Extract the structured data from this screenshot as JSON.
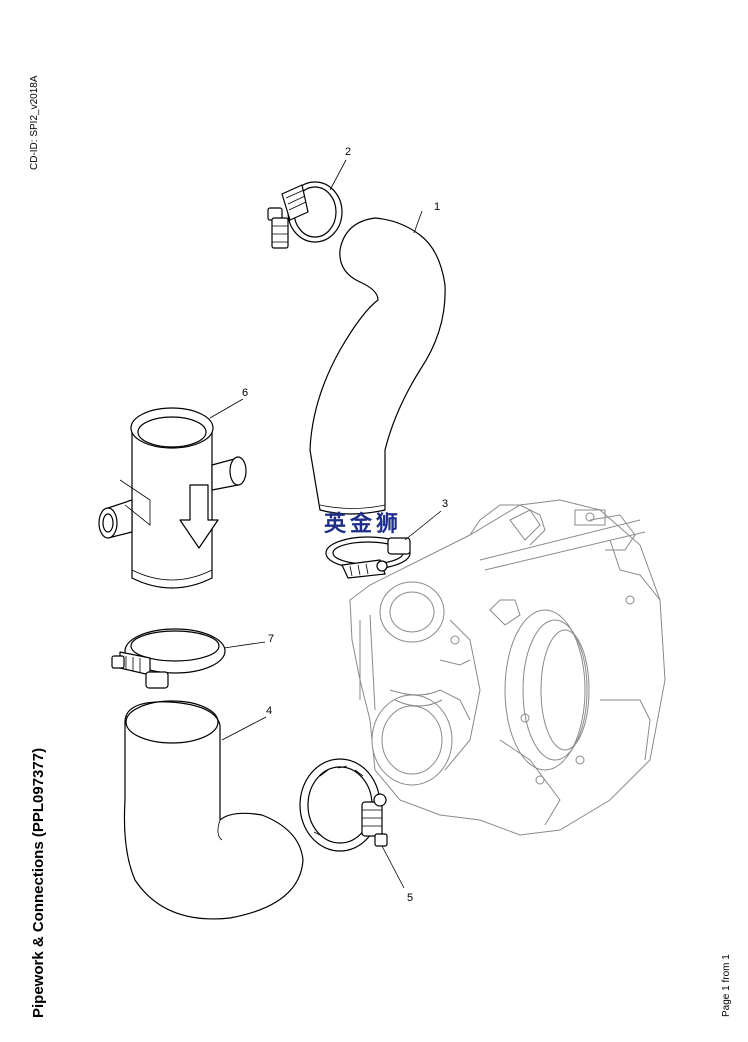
{
  "document": {
    "id": "CD-ID: SPI2_v2018A",
    "title": "Pipework & Connections (PPL097377)",
    "page": "Page 1 from 1"
  },
  "watermark": "英金狮",
  "callouts": [
    "1",
    "2",
    "3",
    "4",
    "5",
    "6",
    "7"
  ]
}
